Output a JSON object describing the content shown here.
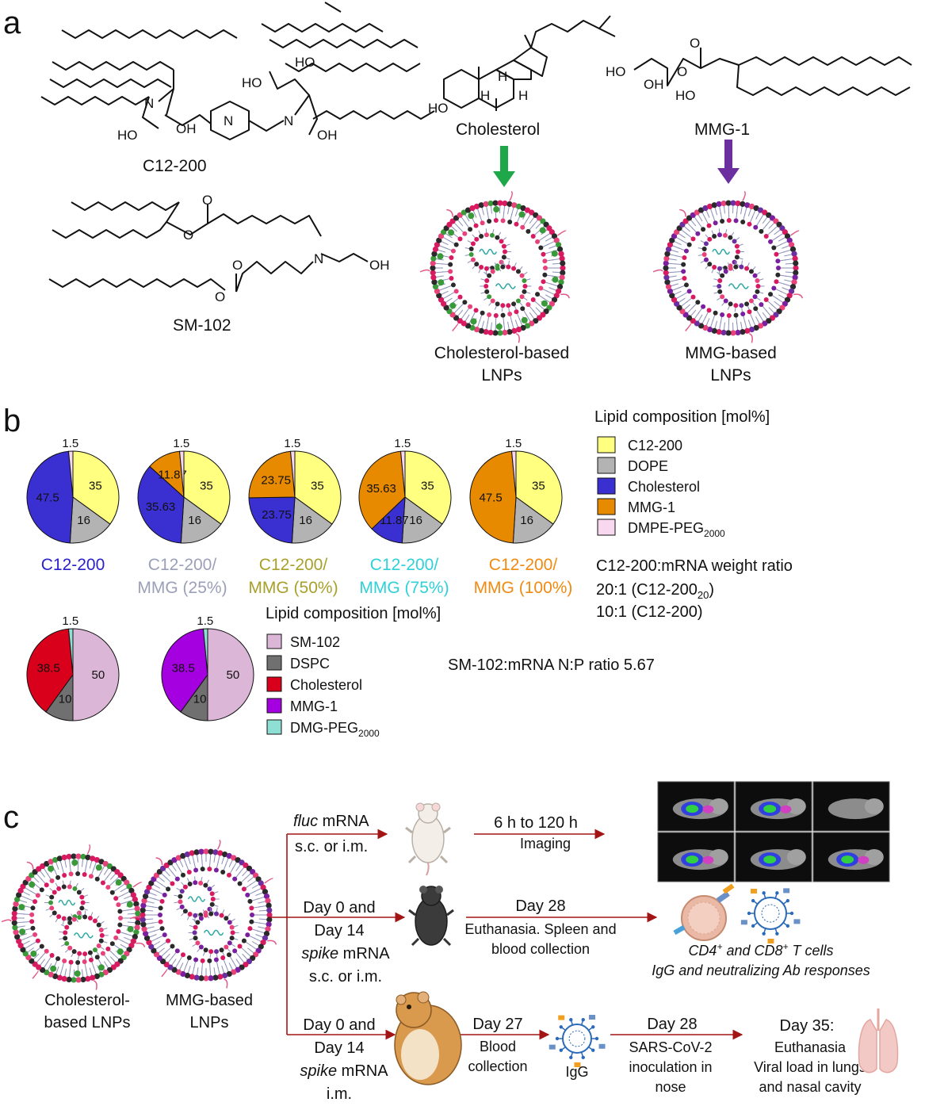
{
  "panels": {
    "a": "a",
    "b": "b",
    "c": "c"
  },
  "panel_a": {
    "molecules": {
      "c12": "C12-200",
      "sm102": "SM-102",
      "cholesterol": "Cholesterol",
      "mmg": "MMG-1"
    },
    "atoms": {
      "oh": "OH",
      "ho": "HO",
      "n": "N",
      "o": "O",
      "h": "H"
    },
    "particles": {
      "chol_line1": "Cholesterol-based",
      "chol_line2": "LNPs",
      "mmg_line1": "MMG-based",
      "mmg_line2": "LNPs"
    },
    "arrow_colors": {
      "cholesterol": "#1fa84a",
      "mmg": "#6b2fa0"
    }
  },
  "panel_b": {
    "legend1": {
      "title": "Lipid composition [mol%]",
      "items": [
        {
          "label": "C12-200",
          "color": "#ffff80"
        },
        {
          "label": "DOPE",
          "color": "#b3b3b3"
        },
        {
          "label": "Cholesterol",
          "color": "#3a2fd0"
        },
        {
          "label": "MMG-1",
          "color": "#e88a00"
        },
        {
          "label": "DMPE-PEG",
          "sub": "2000",
          "color": "#f7d8ef"
        }
      ]
    },
    "ratio_text": {
      "title": "C12-200:mRNA weight ratio",
      "line1_pre": "20:1 (C12-200",
      "line1_sub": "20",
      "line1_post": ")",
      "line2": "10:1 (C12-200)"
    },
    "legend2": {
      "title": "Lipid composition [mol%]",
      "items": [
        {
          "label": "SM-102",
          "color": "#dcb6d6"
        },
        {
          "label": "DSPC",
          "color": "#707070"
        },
        {
          "label": "Cholesterol",
          "color": "#d9001b"
        },
        {
          "label": "MMG-1",
          "color": "#a400e0"
        },
        {
          "label": "DMG-PEG",
          "sub": "2000",
          "color": "#8fe0d4"
        }
      ]
    },
    "np_text": "SM-102:mRNA N:P ratio 5.67"
  },
  "chart_data": [
    {
      "type": "pie",
      "name_line1": "C12-200",
      "name_line2": "",
      "name_color": "#2a22c8",
      "slices": [
        {
          "label": "C12-200",
          "value": 35,
          "text": "35",
          "color": "#ffff80"
        },
        {
          "label": "DOPE",
          "value": 16,
          "text": "16",
          "color": "#b3b3b3"
        },
        {
          "label": "MMG-1",
          "value": 0,
          "text": "",
          "color": "#e88a00"
        },
        {
          "label": "Cholesterol",
          "value": 47.5,
          "text": "47.5",
          "color": "#3a2fd0"
        },
        {
          "label": "DMPE-PEG2000",
          "value": 1.5,
          "text": "1.5",
          "color": "#f7d8ef"
        }
      ]
    },
    {
      "type": "pie",
      "name_line1": "C12-200/",
      "name_line2": "MMG (25%)",
      "name_color": "#9aa0b8",
      "slices": [
        {
          "label": "C12-200",
          "value": 35,
          "text": "35",
          "color": "#ffff80"
        },
        {
          "label": "DOPE",
          "value": 16,
          "text": "16",
          "color": "#b3b3b3"
        },
        {
          "label": "Cholesterol",
          "value": 35.63,
          "text": "35.63",
          "color": "#3a2fd0"
        },
        {
          "label": "MMG-1",
          "value": 11.87,
          "text": "11.87",
          "color": "#e88a00"
        },
        {
          "label": "DMPE-PEG2000",
          "value": 1.5,
          "text": "1.5",
          "color": "#f7d8ef"
        }
      ]
    },
    {
      "type": "pie",
      "name_line1": "C12-200/",
      "name_line2": "MMG (50%)",
      "name_color": "#a8a02a",
      "slices": [
        {
          "label": "C12-200",
          "value": 35,
          "text": "35",
          "color": "#ffff80"
        },
        {
          "label": "DOPE",
          "value": 16,
          "text": "16",
          "color": "#b3b3b3"
        },
        {
          "label": "Cholesterol",
          "value": 23.75,
          "text": "23.75",
          "color": "#3a2fd0"
        },
        {
          "label": "MMG-1",
          "value": 23.75,
          "text": "23.75",
          "color": "#e88a00"
        },
        {
          "label": "DMPE-PEG2000",
          "value": 1.5,
          "text": "1.5",
          "color": "#f7d8ef"
        }
      ]
    },
    {
      "type": "pie",
      "name_line1": "C12-200/",
      "name_line2": "MMG (75%)",
      "name_color": "#2fd0d8",
      "slices": [
        {
          "label": "C12-200",
          "value": 35,
          "text": "35",
          "color": "#ffff80"
        },
        {
          "label": "DOPE",
          "value": 16,
          "text": "16",
          "color": "#b3b3b3"
        },
        {
          "label": "Cholesterol",
          "value": 11.87,
          "text": "11.87",
          "color": "#3a2fd0"
        },
        {
          "label": "MMG-1",
          "value": 35.63,
          "text": "35.63",
          "color": "#e88a00"
        },
        {
          "label": "DMPE-PEG2000",
          "value": 1.5,
          "text": "1.5",
          "color": "#f7d8ef"
        }
      ]
    },
    {
      "type": "pie",
      "name_line1": "C12-200/",
      "name_line2": "MMG (100%)",
      "name_color": "#f08a10",
      "slices": [
        {
          "label": "C12-200",
          "value": 35,
          "text": "35",
          "color": "#ffff80"
        },
        {
          "label": "DOPE",
          "value": 16,
          "text": "16",
          "color": "#b3b3b3"
        },
        {
          "label": "Cholesterol",
          "value": 0,
          "text": "",
          "color": "#3a2fd0"
        },
        {
          "label": "MMG-1",
          "value": 47.5,
          "text": "47.5",
          "color": "#e88a00"
        },
        {
          "label": "DMPE-PEG2000",
          "value": 1.5,
          "text": "1.5",
          "color": "#f7d8ef"
        }
      ]
    },
    {
      "type": "pie",
      "name_line1": "",
      "name_line2": "",
      "name_color": "#111111",
      "slices": [
        {
          "label": "SM-102",
          "value": 50,
          "text": "50",
          "color": "#dcb6d6"
        },
        {
          "label": "DSPC",
          "value": 10,
          "text": "10",
          "color": "#707070"
        },
        {
          "label": "Cholesterol",
          "value": 38.5,
          "text": "38.5",
          "color": "#d9001b"
        },
        {
          "label": "DMG-PEG2000",
          "value": 1.5,
          "text": "1.5",
          "color": "#8fe0d4"
        }
      ]
    },
    {
      "type": "pie",
      "name_line1": "",
      "name_line2": "",
      "name_color": "#111111",
      "slices": [
        {
          "label": "SM-102",
          "value": 50,
          "text": "50",
          "color": "#dcb6d6"
        },
        {
          "label": "DSPC",
          "value": 10,
          "text": "10",
          "color": "#707070"
        },
        {
          "label": "MMG-1",
          "value": 38.5,
          "text": "38.5",
          "color": "#a400e0"
        },
        {
          "label": "DMG-PEG2000",
          "value": 1.5,
          "text": "1.5",
          "color": "#8fe0d4"
        }
      ]
    }
  ],
  "panel_c": {
    "lnp_chol_line1": "Cholesterol-",
    "lnp_chol_line2": "based LNPs",
    "lnp_mmg_line1": "MMG-based",
    "lnp_mmg_line2": "LNPs",
    "row1": {
      "mrna_italic": "fluc",
      "mrna_rest": " mRNA",
      "route": "s.c. or i.m.",
      "time": "6 h to 120 h",
      "action": "Imaging"
    },
    "row2": {
      "day_line1": "Day 0 and",
      "day_line2": "Day 14",
      "mrna_italic": "spike",
      "mrna_rest": " mRNA",
      "route": "s.c. or i.m.",
      "time": "Day 28",
      "action_line1": "Euthanasia. Spleen and",
      "action_line2": "blood collection",
      "result_line1_a": "CD4",
      "result_line1_b": "+",
      "result_line1_c": " and CD8",
      "result_line1_d": "+",
      "result_line1_e": " T cells",
      "result_line2": "IgG and neutralizing Ab responses"
    },
    "row3": {
      "day_line1": "Day 0 and",
      "day_line2": "Day 14",
      "mrna_italic": "spike",
      "mrna_rest": " mRNA",
      "route": "i.m.",
      "step1_time": "Day 27",
      "step1_line1": "Blood",
      "step1_line2": "collection",
      "igg": "IgG",
      "step2_time": "Day 28",
      "step2_line1": "SARS-CoV-2",
      "step2_line2": "inoculation in",
      "step2_line3": "nose",
      "step3_line1": "Day 35:",
      "step3_line2": "Euthanasia",
      "step3_line3": "Viral load in lungs",
      "step3_line4": "and nasal cavity"
    }
  }
}
